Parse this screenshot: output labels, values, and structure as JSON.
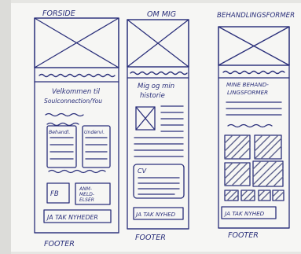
{
  "paper": {
    "background": "#f4f4f2",
    "ink": "#2a2f7a",
    "hatch": "#5a5f8a"
  },
  "headings": {
    "forside": "FORSIDE",
    "om_mig": "OM MIG",
    "behandlingsformer": "BEHANDLINGSFORMER"
  },
  "forside": {
    "welcome_line1": "Velkommen til",
    "welcome_line2": "Soulconnection/You",
    "box_left": "Behandl.",
    "box_right": "Undervi.",
    "fb": "FB",
    "anmeldelser_line1": "ANM-",
    "anmeldelser_line2": "MELD-",
    "anmeldelser_line3": "ELSER",
    "newsletter": "JA TAK NYHEDER",
    "footer": "FOOTER"
  },
  "om_mig": {
    "title_line1": "Mig og min",
    "title_line2": "historie",
    "cv": "CV",
    "newsletter": "JA TAK NYHED",
    "footer": "FOOTER"
  },
  "behandlingsformer": {
    "title_line1": "MINE BEHAND-",
    "title_line2": "LINGSFORMER",
    "newsletter": "JA TAK NYHED",
    "footer": "FOOTER"
  }
}
